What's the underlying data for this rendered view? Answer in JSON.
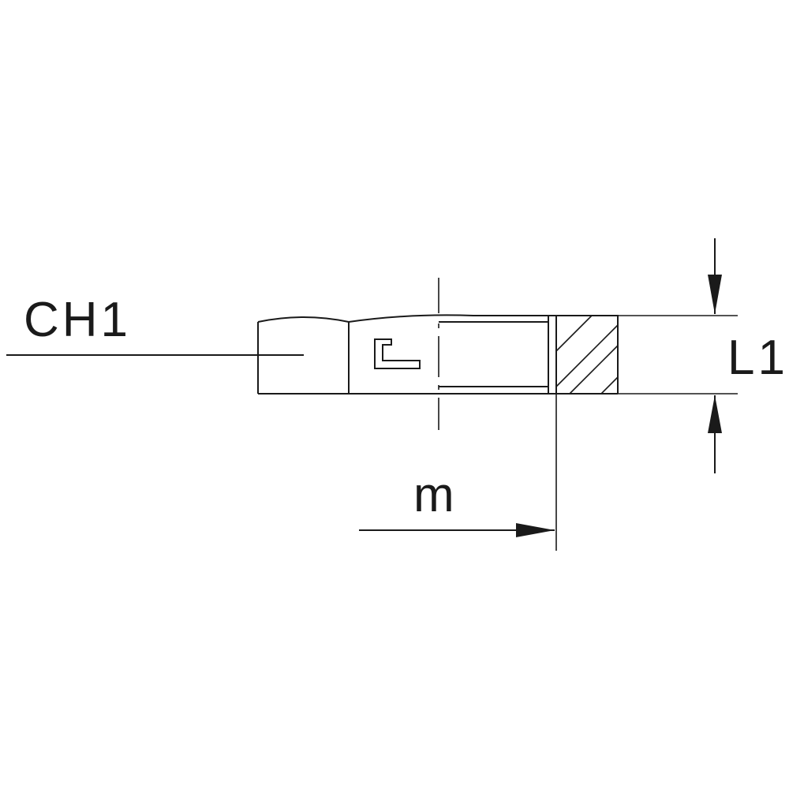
{
  "labels": {
    "ch1": "CH1",
    "l1": "L1",
    "m": "m"
  }
}
